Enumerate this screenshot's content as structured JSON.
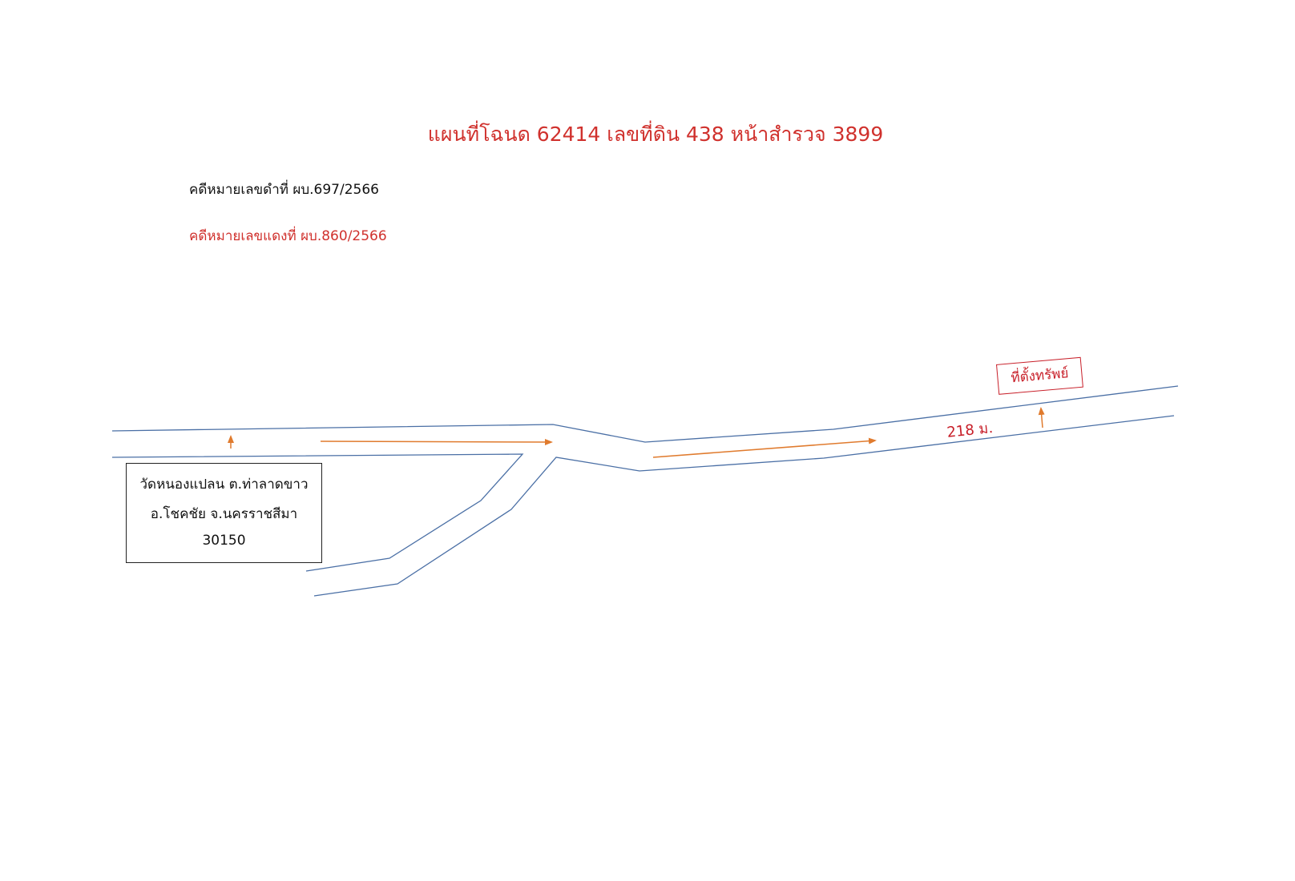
{
  "header": {
    "title": "แผนที่โฉนด 62414 เลขที่ดิน 438 หน้าสำรวจ 3899"
  },
  "case_numbers": {
    "black": "คดีหมายเลขดำที่ ผบ.697/2566",
    "red": "คดีหมายเลขแดงที่ ผบ.860/2566"
  },
  "landmark": {
    "line1": "วัดหนองแปลน ต.ท่าลาดขาว",
    "line2": "อ.โชคชัย จ.นครราชสีมา",
    "line3": "30150"
  },
  "distance": {
    "label": "218 ม."
  },
  "property": {
    "label": "ที่ตั้งทรัพย์"
  },
  "colors": {
    "road": "#4a6fa5",
    "arrow": "#e07b2e",
    "title": "#d0312d",
    "stamp": "#c8202a"
  }
}
